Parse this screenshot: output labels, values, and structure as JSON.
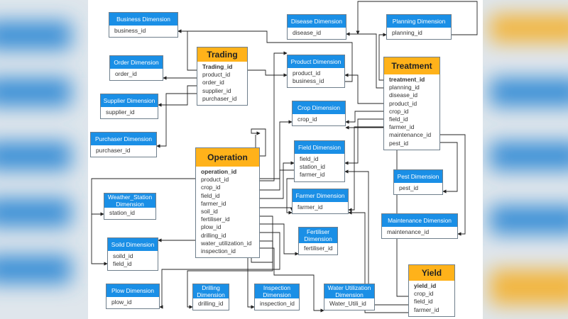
{
  "tables": {
    "business": {
      "title": "Business Dimension",
      "fields": [
        "business_id"
      ]
    },
    "order": {
      "title": "Order Dimension",
      "fields": [
        "order_id"
      ]
    },
    "supplier": {
      "title": "Supplier Dimension",
      "fields": [
        "supplier_id"
      ]
    },
    "purchaser": {
      "title": "Purchaser Dimension",
      "fields": [
        "purchaser_id"
      ]
    },
    "weather": {
      "title": "Weather_Station Dimension",
      "fields": [
        "station_id"
      ]
    },
    "soil": {
      "title": "Soild Dimension",
      "fields": [
        "soild_id",
        "field_id"
      ]
    },
    "plow": {
      "title": "Plow Dimension",
      "fields": [
        "plow_id"
      ]
    },
    "drilling": {
      "title": "Drilling Dimension",
      "fields": [
        "drilling_id"
      ]
    },
    "inspection": {
      "title": "Inspection Dimension",
      "fields": [
        "inspection_id"
      ]
    },
    "water": {
      "title": "Water Utilization Dimension",
      "fields": [
        "Water_Utili_id"
      ]
    },
    "trading": {
      "title": "Trading",
      "fields": [
        "Trading_id",
        "product_id",
        "order_id",
        "supplier_id",
        "purchaser_id"
      ]
    },
    "operation": {
      "title": "Operation",
      "fields": [
        "operation_id",
        "product_id",
        "crop_id",
        "field_id",
        "farmer_id",
        "soil_id",
        "fertiliser_id",
        "plow_id",
        "drilling_id",
        "water_utilization_id",
        "inspection_id"
      ]
    },
    "disease": {
      "title": "Disease  Dimension",
      "fields": [
        "disease_id"
      ]
    },
    "product": {
      "title": "Product Dimension",
      "fields": [
        "product_id",
        "business_id"
      ]
    },
    "crop": {
      "title": "Crop Dimension",
      "fields": [
        "crop_id"
      ]
    },
    "field": {
      "title": "Field Dimension",
      "fields": [
        "field_id",
        "station_id",
        "farmer_id"
      ]
    },
    "farmer": {
      "title": "Farmer Dimension",
      "fields": [
        "farmer_id"
      ]
    },
    "fertiliser": {
      "title": "Fertiliser Dimension",
      "fields": [
        "fertiliser_id"
      ]
    },
    "planning": {
      "title": "Planning Dimension",
      "fields": [
        "planning_id"
      ]
    },
    "treatment": {
      "title": "Treatment",
      "fields": [
        "treatment_id",
        "planning_id",
        "disease_id",
        "product_id",
        "crop_id",
        "field_id",
        "farmer_id",
        "maintenance_id",
        "pest_id"
      ]
    },
    "pest": {
      "title": "Pest  Dimension",
      "fields": [
        "pest_id"
      ]
    },
    "maintenance": {
      "title": "Maintenance Dimension",
      "fields": [
        "maintenance_id"
      ]
    },
    "yield": {
      "title": "Yield",
      "fields": [
        "yield_id",
        "crop_id",
        "field_id",
        "farmer_id"
      ]
    }
  },
  "colors": {
    "dimension_header": "#1a8fe6",
    "fact_header": "#ffb21a",
    "connector": "#222222",
    "background": "#ffffff"
  }
}
